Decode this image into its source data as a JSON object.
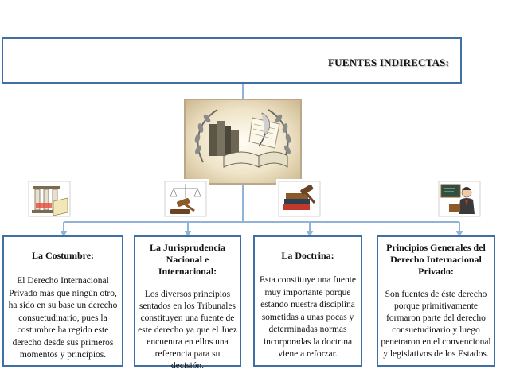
{
  "header": {
    "title": "FUENTES INDIRECTAS:"
  },
  "center_image": {
    "icon": "library-books-laurel-icon"
  },
  "sources": [
    {
      "title": "La Costumbre:",
      "body": "El Derecho Internacional Privado más que ningún otro, ha sido en su base un derecho consuetudinario, pues la costumbre ha regido este derecho desde sus primeros momentos y principios.",
      "icon": "columns-scroll-icon"
    },
    {
      "title": "La Jurisprudencia Nacional e Internacional:",
      "body": "Los diversos principios sentados en los Tribunales constituyen  una fuente de este derecho ya que el Juez encuentra en ellos una referencia para su decisión.",
      "icon": "gavel-icon"
    },
    {
      "title": "La Doctrina:",
      "body": "Esta constituye una fuente muy importante porque estando nuestra disciplina sometidas a unas pocas y determinadas normas incorporadas la doctrina viene a reforzar.",
      "icon": "books-gavel-icon"
    },
    {
      "title": "Principios Generales del Derecho Internacional Privado:",
      "body": "Son fuentes de éste derecho porque primitivamente formaron parte del derecho consuetudinario y luego penetraron en el convencional y legislativos de los Estados.",
      "icon": "teacher-icon"
    }
  ],
  "colors": {
    "border": "#3f6fa3",
    "connector": "#8fb3d9"
  }
}
